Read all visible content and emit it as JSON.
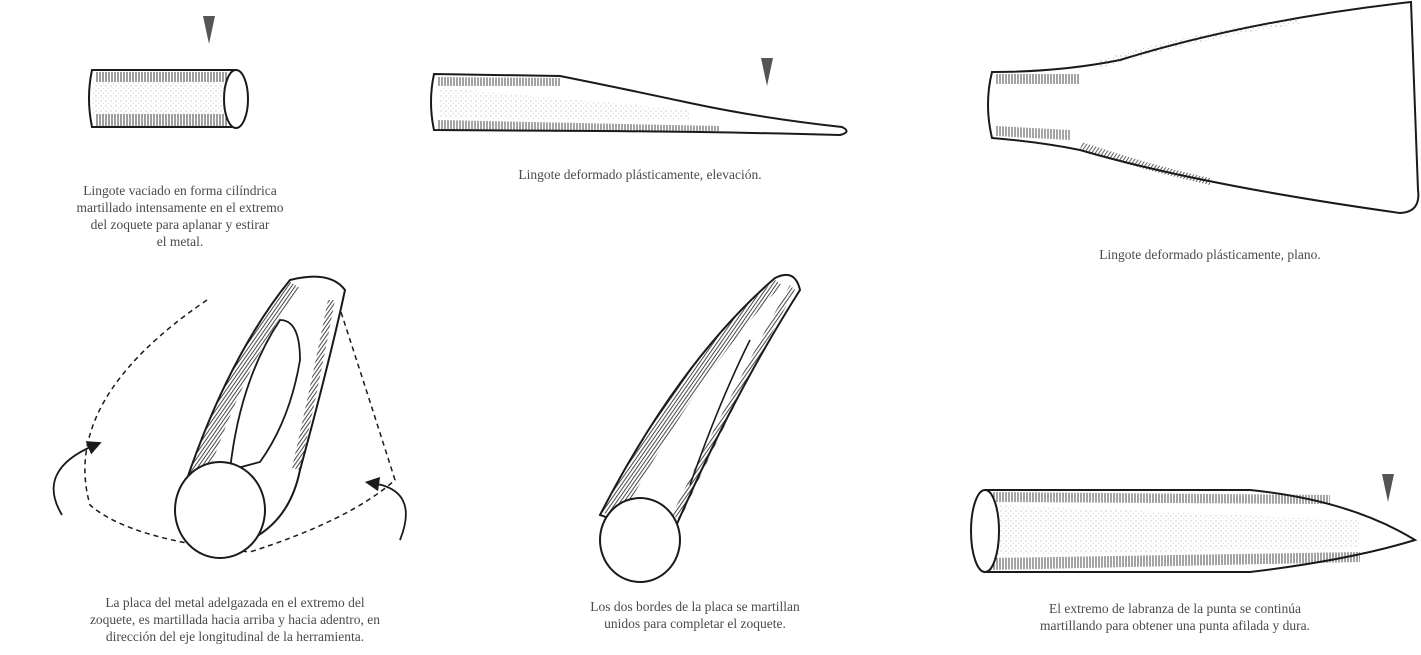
{
  "figures": [
    {
      "id": "cast-ingot",
      "caption_lines": [
        "Lingote vaciado en forma cilíndrica",
        "martillado intensamente en el extremo",
        "del zoquete para aplanar y estirar",
        "el metal."
      ]
    },
    {
      "id": "deformed-elevation",
      "caption_lines": [
        "Lingote deformado plásticamente, elevación."
      ]
    },
    {
      "id": "deformed-plan",
      "caption_lines": [
        "Lingote deformado plásticamente, plano."
      ]
    },
    {
      "id": "plate-folding",
      "caption_lines": [
        "La placa del metal adelgazada en el extremo del",
        "zoquete, es martillada hacia arriba y hacia adentro, en",
        "dirección del eje longitudinal de la herramienta."
      ]
    },
    {
      "id": "socket-closed",
      "caption_lines": [
        "Los dos bordes de la placa se martillan",
        "unidos para completar el zoquete."
      ]
    },
    {
      "id": "point-sharpened",
      "caption_lines": [
        "El extremo de labranza de la punta se continúa",
        "martillando para obtener una punta afilada y dura."
      ]
    }
  ],
  "colors": {
    "ink": "#1a1a1a",
    "text": "#4a4a4a",
    "marker": "#555555"
  },
  "icons": {
    "hammer_marker": "down-triangle-arrow",
    "rotation": "curved-arrow"
  }
}
